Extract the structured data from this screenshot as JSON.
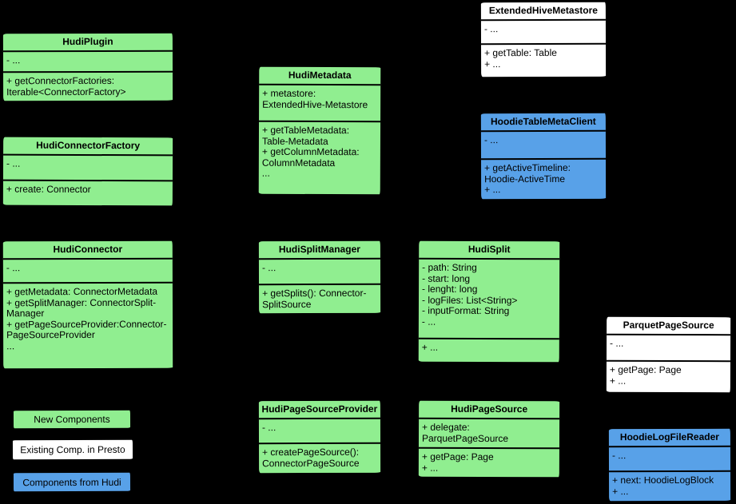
{
  "diagram": {
    "background": "#000000",
    "colors": {
      "new": "#90EE90",
      "existing": "#FFFFFF",
      "hudi": "#58A1E8",
      "stroke": "#000000",
      "text": "#000000"
    }
  },
  "classes": {
    "hudiPlugin": {
      "title": "HudiPlugin",
      "fields": [
        "- ..."
      ],
      "methods": [
        "+ getConnectorFactories: Iterable<ConnectorFactory>"
      ]
    },
    "hudiConnectorFactory": {
      "title": "HudiConnectorFactory",
      "fields": [
        "- ..."
      ],
      "methods": [
        "+ create: Connector"
      ]
    },
    "hudiConnector": {
      "title": "HudiConnector",
      "fields": [
        "- ..."
      ],
      "methods": [
        "+ getMetadata: ConnectorMetadata",
        "+ getSplitManager: ConnectorSplit-Manager",
        "+ getPageSourceProvider:Connector-PageSourceProvider",
        "..."
      ]
    },
    "hudiMetadata": {
      "title": "HudiMetadata",
      "fields": [
        "+ metastore: ExtendedHive-Metastore"
      ],
      "methods": [
        "+ getTableMetadata: Table-Metadata",
        "+ getColumnMetadata: ColumnMetadata",
        "..."
      ]
    },
    "hudiSplitManager": {
      "title": "HudiSplitManager",
      "fields": [
        "- ..."
      ],
      "methods": [
        "+ getSplits(): Connector-SplitSource"
      ]
    },
    "hudiSplit": {
      "title": "HudiSplit",
      "fields": [
        "- path: String",
        "- start: long",
        "- lenght: long",
        "- logFiles: List<String>",
        "- inputFormat: String",
        "- ..."
      ],
      "methods": [
        "+ ..."
      ]
    },
    "extendedHiveMetastore": {
      "title": "ExtendedHiveMetastore",
      "fields": [
        "- ..."
      ],
      "methods": [
        "+ getTable: Table",
        "+ ..."
      ]
    },
    "hoodieTableMetaClient": {
      "title": "HoodieTableMetaClient",
      "fields": [
        "- ..."
      ],
      "methods": [
        "+ getActiveTimeline: Hoodie-ActiveTime",
        "+ ..."
      ]
    },
    "parquetPageSource": {
      "title": "ParquetPageSource",
      "fields": [
        "- ..."
      ],
      "methods": [
        "+ getPage: Page",
        "+ ..."
      ]
    },
    "hudiPageSourceProvider": {
      "title": "HudiPageSourceProvider",
      "fields": [
        "- ..."
      ],
      "methods": [
        "+ createPageSource(): ConnectorPageSource"
      ]
    },
    "hudiPageSource": {
      "title": "HudiPageSource",
      "fields": [
        "+ delegate: ParquetPageSource"
      ],
      "methods": [
        "+ getPage: Page",
        "+ ..."
      ]
    },
    "hoodieLogFileReader": {
      "title": "HoodieLogFileReader",
      "fields": [
        "- ..."
      ],
      "methods": [
        "+ next: HoodieLogBlock",
        "+ ..."
      ]
    }
  },
  "legend": {
    "new": "New Components",
    "existing": "Existing Comp. in Presto",
    "hudi": "Components from Hudi"
  }
}
